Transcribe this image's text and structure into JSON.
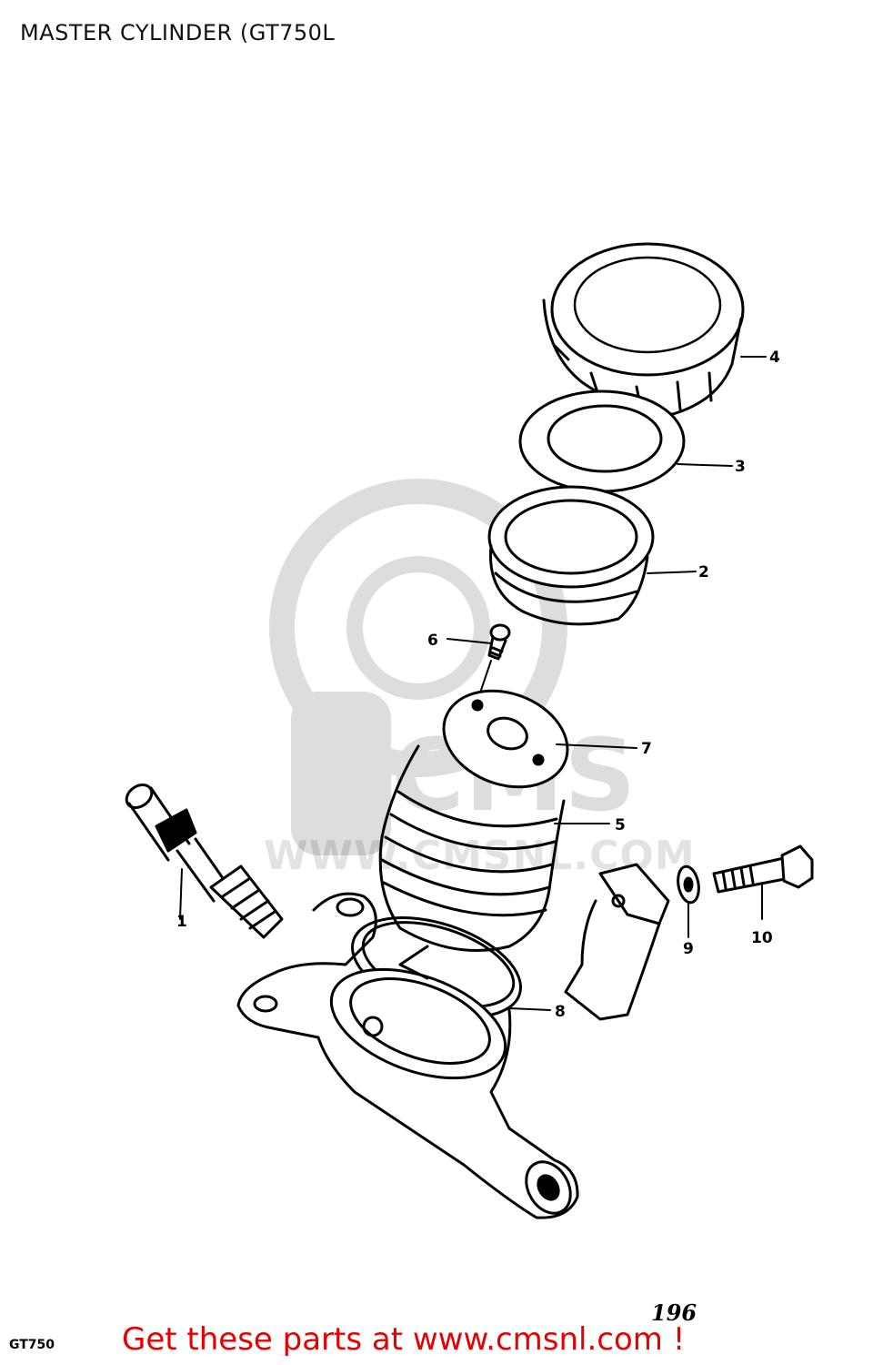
{
  "title": "MASTER CYLINDER (GT750L",
  "callouts": {
    "c1": "1",
    "c2": "2",
    "c3": "3",
    "c4": "4",
    "c5": "5",
    "c6": "6",
    "c7": "7",
    "c8": "8",
    "c9": "9",
    "c10": "10"
  },
  "page_number": "196",
  "model_label": "GT750",
  "footer": {
    "text": "Get these parts at www.cmsnl.com !",
    "color": "#e60000"
  },
  "watermark": {
    "text": "WWW.CMSNL.COM",
    "logo_text": "CMS"
  }
}
